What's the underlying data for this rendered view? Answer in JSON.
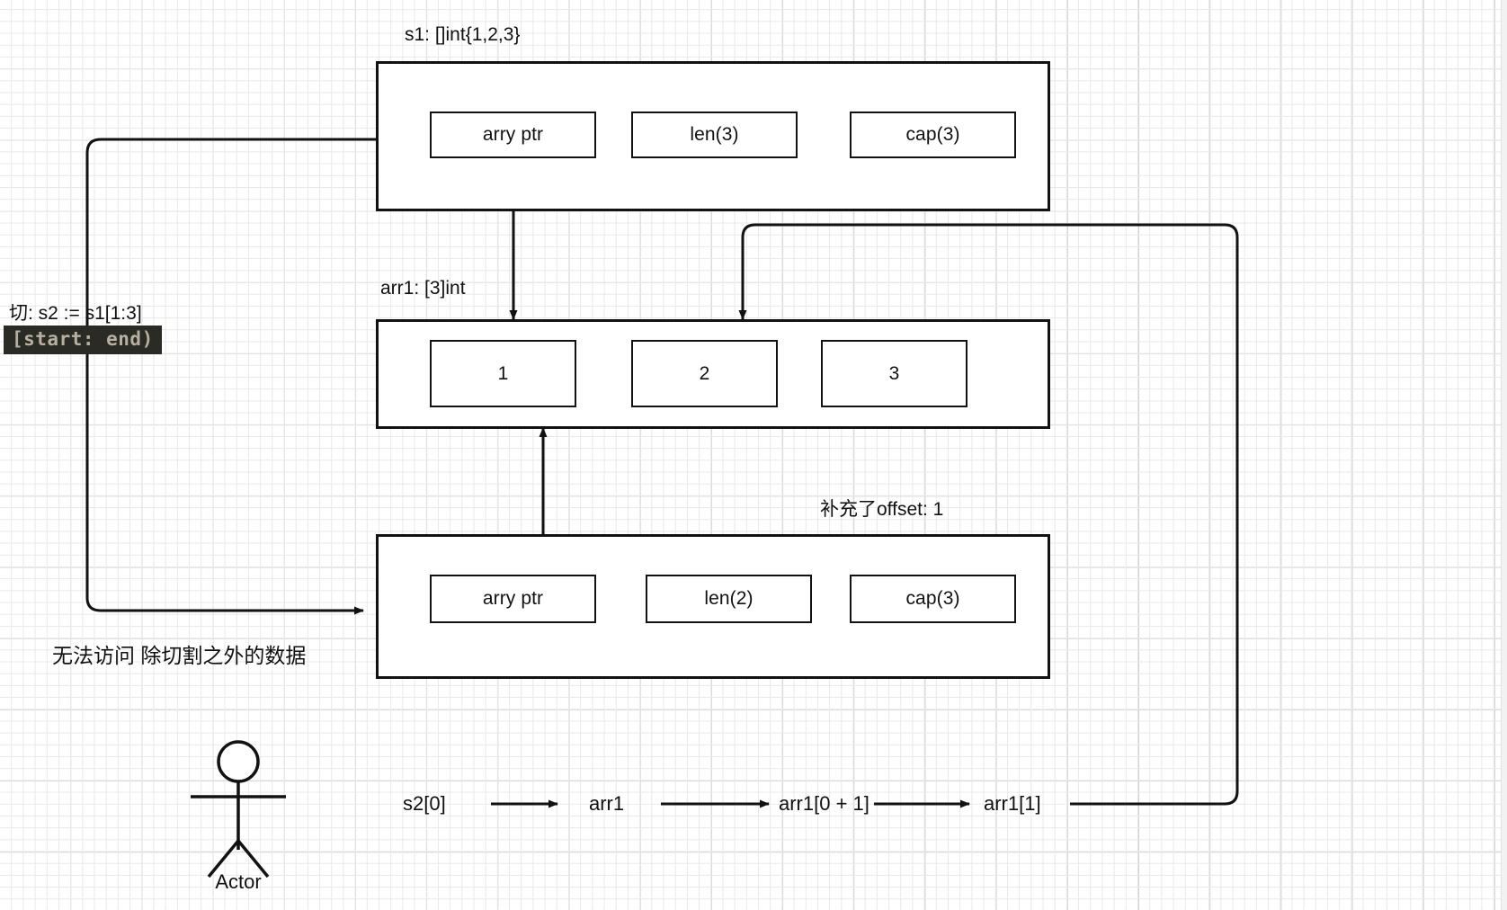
{
  "diagram": {
    "title_top": "s1: []int{1,2,3}",
    "title_mid": "arr1: [3]int",
    "note_offset": "补充了offset: 1",
    "note_slice": "切:  s2 := s1[1:3]",
    "code_chip": "[start: end)",
    "note_noaccess": "无法访问 除切割之外的数据",
    "actor_label": "Actor",
    "colors": {
      "stroke": "#121212",
      "background": "#ffffff",
      "grid_minor": "#e9e9e9",
      "grid_major": "#d0d0d0",
      "chip_bg": "#2b2b26",
      "chip_fg": "#b5b0a1"
    }
  },
  "slice_header_s1": {
    "name": "s1",
    "fields": [
      {
        "label": "arry ptr"
      },
      {
        "label": "len(3)"
      },
      {
        "label": "cap(3)"
      }
    ]
  },
  "array_arr1": {
    "name": "arr1",
    "cells": [
      {
        "label": "1"
      },
      {
        "label": "2"
      },
      {
        "label": "3"
      }
    ]
  },
  "slice_header_s2": {
    "name": "s2",
    "fields": [
      {
        "label": "arry ptr"
      },
      {
        "label": "len(2)"
      },
      {
        "label": "cap(3)"
      }
    ]
  },
  "flow": {
    "steps": [
      {
        "label": "s2[0]"
      },
      {
        "label": "arr1"
      },
      {
        "label": "arr1[0 + 1]"
      },
      {
        "label": "arr1[1]"
      }
    ]
  }
}
